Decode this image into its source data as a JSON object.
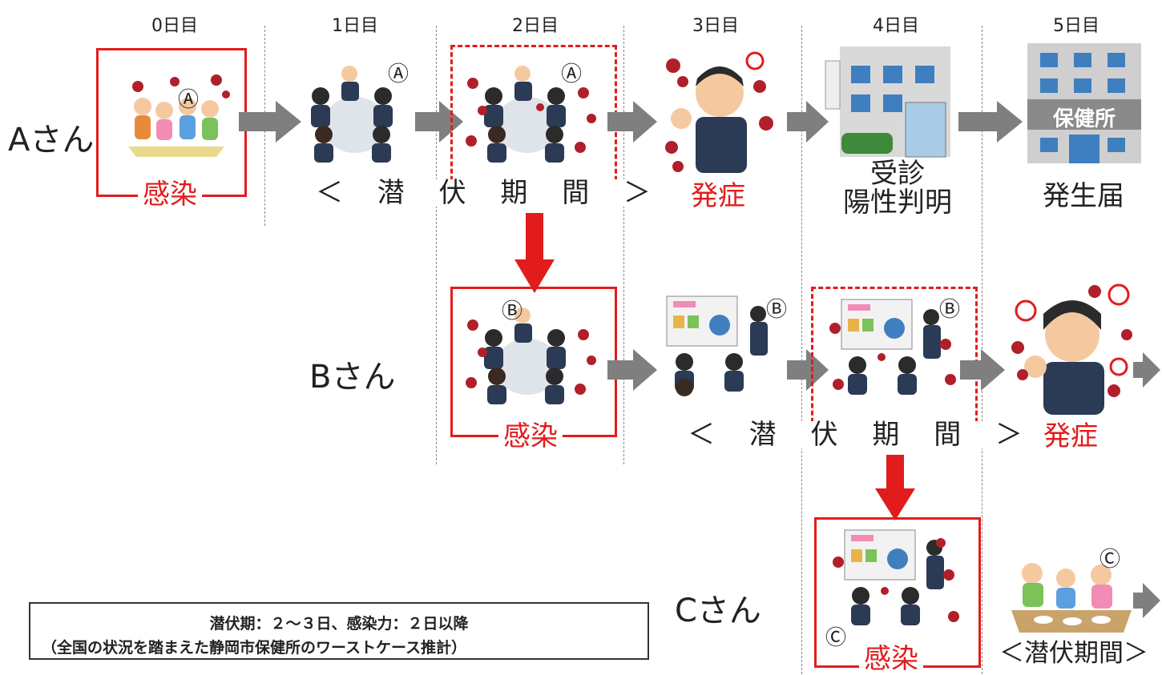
{
  "days": [
    "0日目",
    "1日目",
    "2日目",
    "3日目",
    "4日目",
    "5日目"
  ],
  "persons": {
    "a": "Aさん",
    "b": "Bさん",
    "c": "Cさん"
  },
  "row_a": {
    "infection": "感染",
    "latent": "＜ 潜 伏 期 間 ＞",
    "onset": "発症",
    "visit_line1": "受診",
    "visit_line2": "陽性判明",
    "report": "発生届",
    "marker": "Ⓐ",
    "building_sign": "保健所"
  },
  "row_b": {
    "infection": "感染",
    "latent": "＜ 潜 伏 期 間 ＞",
    "onset": "発症",
    "marker": "Ⓑ"
  },
  "row_c": {
    "infection": "感染",
    "latent": "＜潜伏期間＞",
    "marker": "Ⓒ"
  },
  "note": {
    "line1": "潜伏期：２～３日、感染力：２日以降",
    "line2": "（全国の状況を踏まえた静岡市保健所のワーストケース推計）"
  },
  "colors": {
    "accent_red": "#e21c1c",
    "arrow_gray": "#7f7f7f"
  }
}
